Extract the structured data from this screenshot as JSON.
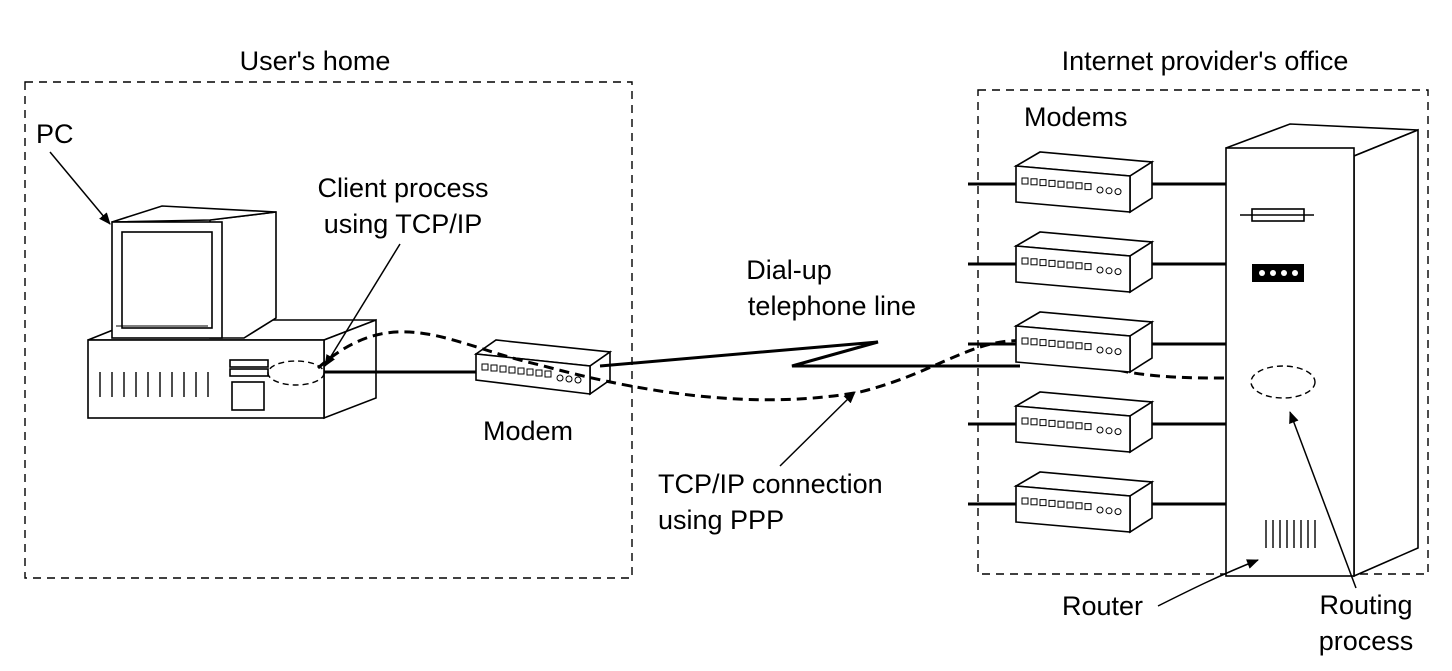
{
  "labels": {
    "users_home": "User's home",
    "isp_office": "Internet provider's office",
    "pc": "PC",
    "client_process_line1": "Client process",
    "client_process_line2": "using TCP/IP",
    "modem": "Modem",
    "modems": "Modems",
    "dialup_line1": "Dial-up",
    "dialup_line2": "telephone line",
    "tcpip_line1": "TCP/IP connection",
    "tcpip_line2": "using PPP",
    "router": "Router",
    "routing_line1": "Routing",
    "routing_line2": "process"
  },
  "isp_modem_count": 5
}
